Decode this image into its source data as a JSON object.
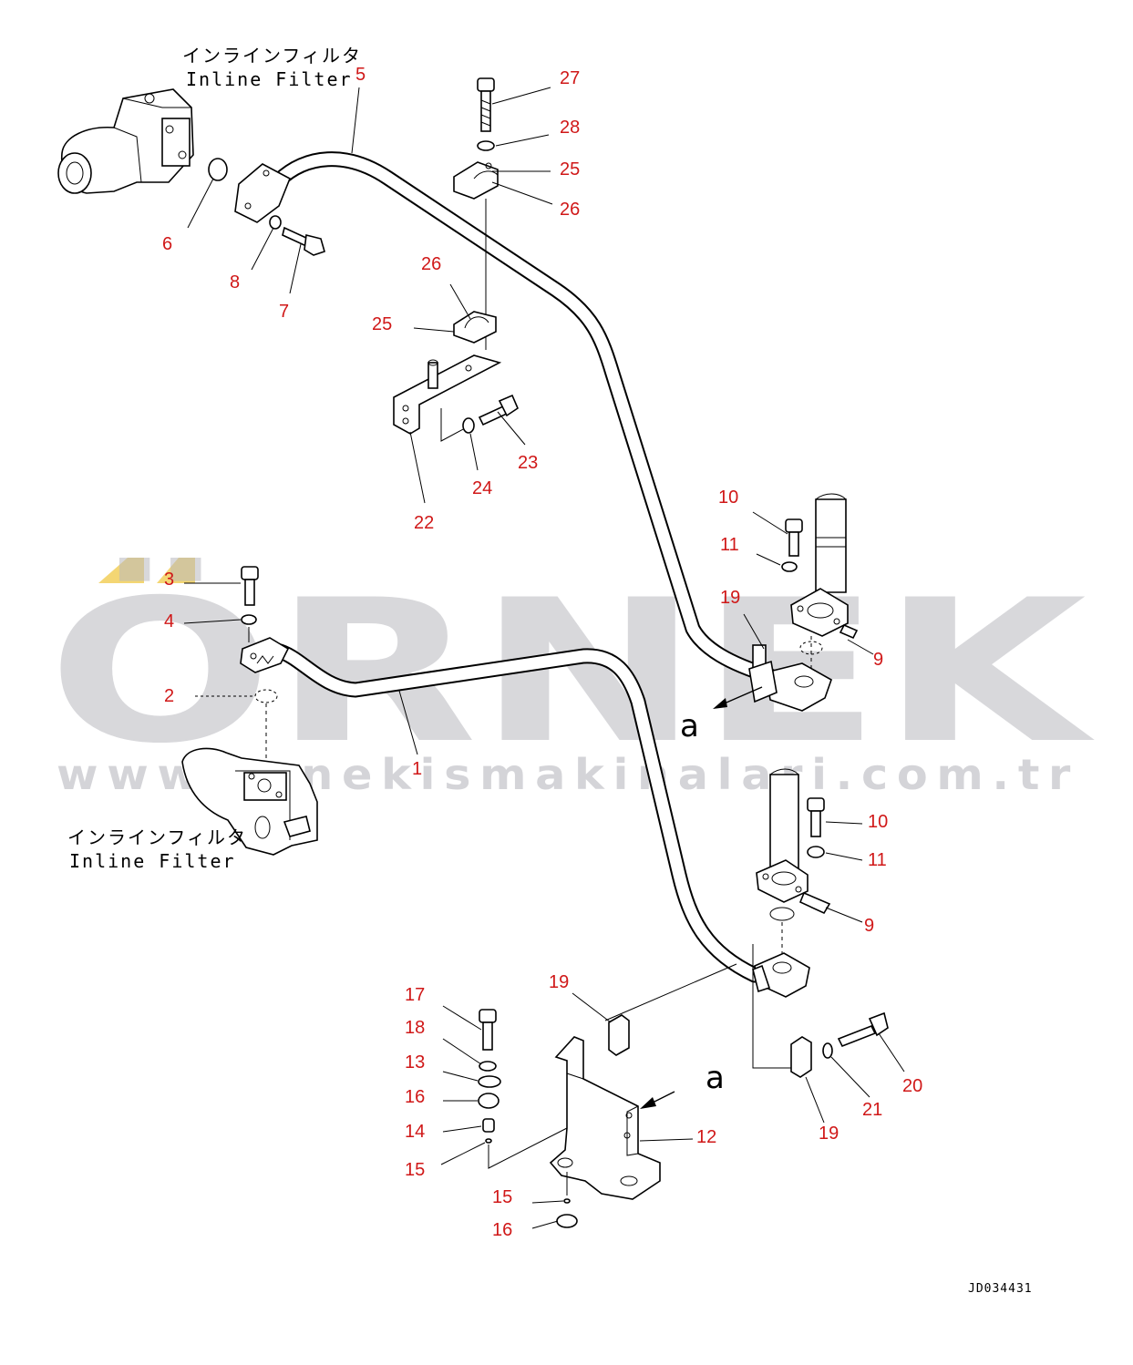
{
  "captions": {
    "top_jp": "インラインフィルタ",
    "top_en": "Inline Filter",
    "bottom_jp": "インラインフィルタ",
    "bottom_en": "Inline Filter"
  },
  "view_labels": {
    "arrow_a_upper": "a",
    "arrow_a_lower": "a"
  },
  "drawing_code": "JD034431",
  "watermark": {
    "brand": "ÖRNEK",
    "url": "www.ornekismakinalari.com.tr"
  },
  "callouts": [
    {
      "id": "c5",
      "text": "5"
    },
    {
      "id": "c27",
      "text": "27"
    },
    {
      "id": "c28",
      "text": "28"
    },
    {
      "id": "c25a",
      "text": "25"
    },
    {
      "id": "c26a",
      "text": "26"
    },
    {
      "id": "c6",
      "text": "6"
    },
    {
      "id": "c8",
      "text": "8"
    },
    {
      "id": "c7",
      "text": "7"
    },
    {
      "id": "c26b",
      "text": "26"
    },
    {
      "id": "c25b",
      "text": "25"
    },
    {
      "id": "c23",
      "text": "23"
    },
    {
      "id": "c24",
      "text": "24"
    },
    {
      "id": "c22",
      "text": "22"
    },
    {
      "id": "c10a",
      "text": "10"
    },
    {
      "id": "c11a",
      "text": "11"
    },
    {
      "id": "c19a",
      "text": "19"
    },
    {
      "id": "c9a",
      "text": "9"
    },
    {
      "id": "c3",
      "text": "3"
    },
    {
      "id": "c4",
      "text": "4"
    },
    {
      "id": "c2",
      "text": "2"
    },
    {
      "id": "c1",
      "text": "1"
    },
    {
      "id": "c10b",
      "text": "10"
    },
    {
      "id": "c11b",
      "text": "11"
    },
    {
      "id": "c9b",
      "text": "9"
    },
    {
      "id": "c17",
      "text": "17"
    },
    {
      "id": "c18",
      "text": "18"
    },
    {
      "id": "c13",
      "text": "13"
    },
    {
      "id": "c16a",
      "text": "16"
    },
    {
      "id": "c14",
      "text": "14"
    },
    {
      "id": "c15a",
      "text": "15"
    },
    {
      "id": "c15b",
      "text": "15"
    },
    {
      "id": "c16b",
      "text": "16"
    },
    {
      "id": "c19b",
      "text": "19"
    },
    {
      "id": "c12",
      "text": "12"
    },
    {
      "id": "c20",
      "text": "20"
    },
    {
      "id": "c21",
      "text": "21"
    },
    {
      "id": "c19c",
      "text": "19"
    }
  ],
  "colors": {
    "callout": "#d01818",
    "watermark": "#b9b9bf",
    "watermark_accent": "#f2cf5b",
    "line": "#000000"
  }
}
